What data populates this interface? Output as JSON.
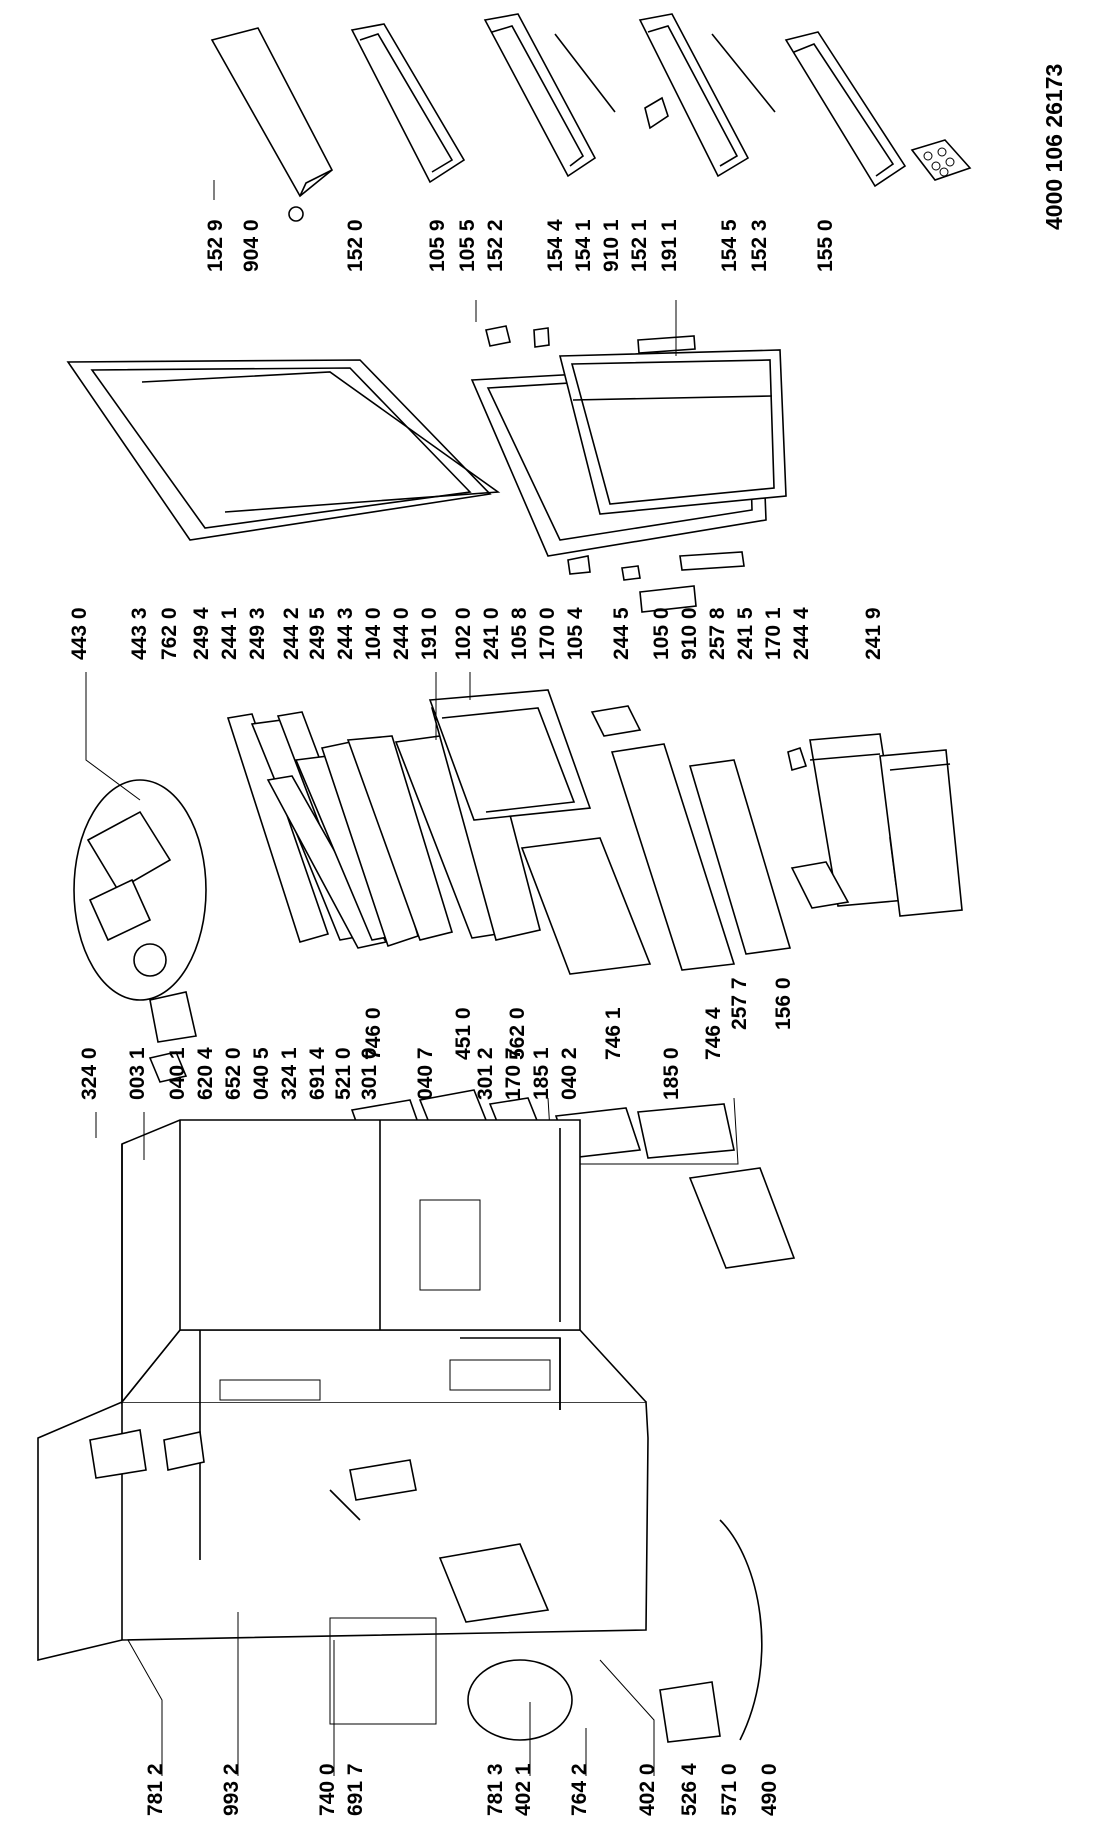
{
  "document_number": "4000 106 26173",
  "part_labels": {
    "p1529": "152 9",
    "p9040": "904 0",
    "p1520": "152 0",
    "p1059": "105 9",
    "p1055": "105 5",
    "p1522": "152 2",
    "p1544": "154 4",
    "p1541": "154 1",
    "p9101": "910 1",
    "p1521": "152 1",
    "p1911": "191 1",
    "p1545": "154 5",
    "p1523": "152 3",
    "p1550": "155 0",
    "p4430": "443 0",
    "p4433": "443 3",
    "p7620": "762 0",
    "p2494": "249 4",
    "p2441": "244 1",
    "p2493": "249 3",
    "p2442": "244 2",
    "p2495": "249 5",
    "p2443": "244 3",
    "p1040": "104 0",
    "p2440": "244 0",
    "p1910": "191 0",
    "p1020": "102 0",
    "p2410": "241 0",
    "p1058": "105 8",
    "p1700": "170 0",
    "p1054": "105 4",
    "p2445": "244 5",
    "p1050": "105 0",
    "p9100": "910 0",
    "p2578": "257 8",
    "p2415": "241 5",
    "p1701": "170 1",
    "p2444": "244 4",
    "p2419": "241 9",
    "p2577": "257 7",
    "p1560": "156 0",
    "p7460": "746 0",
    "p4510": "451 0",
    "p5620": "562 0",
    "p7461": "746 1",
    "p7464": "746 4",
    "p3240": "324 0",
    "p0031": "003 1",
    "p0401": "040 1",
    "p6204": "620 4",
    "p6520": "652 0",
    "p0405": "040 5",
    "p3241": "324 1",
    "p6914": "691 4",
    "p5210": "521 0",
    "p3010": "301 0",
    "p0407": "040 7",
    "p3012": "301 2",
    "p1707": "170 7",
    "p1851": "185 1",
    "p0402": "040 2",
    "p1850": "185 0",
    "p7812": "781 2",
    "p9932": "993 2",
    "p7400": "740 0",
    "p6917": "691 7",
    "p7813": "781 3",
    "p4021": "402 1",
    "p7642": "764 2",
    "p4020": "402 0",
    "p5264": "526 4",
    "p5710": "571 0",
    "p4900": "490 0"
  }
}
